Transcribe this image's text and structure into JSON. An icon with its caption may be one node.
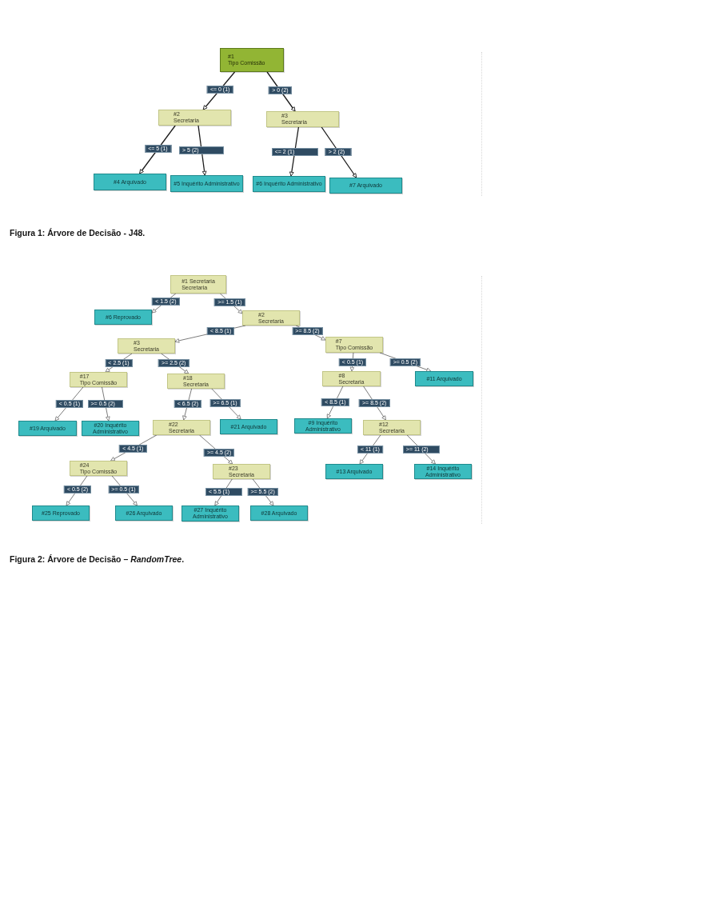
{
  "diagram": {
    "nodes": [
      {
        "text": [
          "#1",
          "Tipo Comissão"
        ]
      },
      {
        "text": [
          "#2",
          "Secretaria"
        ]
      },
      {
        "text": [
          "#3",
          "Secretaria"
        ]
      },
      {
        "text": [
          "#4 Arquivado"
        ]
      },
      {
        "text": [
          "#5 Inquérito Administrativo"
        ]
      },
      {
        "text": [
          "#6 Inquérito Administrativo"
        ]
      },
      {
        "text": [
          "#7 Arquivado"
        ]
      },
      {
        "text": [
          "#1 Secretaria",
          "Secretaria"
        ]
      },
      {
        "text": [
          "#6 Reprovado"
        ]
      },
      {
        "text": [
          "#2",
          "Secretaria"
        ]
      },
      {
        "text": [
          "#3",
          "Secretaria"
        ]
      },
      {
        "text": [
          "#7",
          "Tipo Comissão"
        ]
      },
      {
        "text": [
          "#17",
          "Tipo Comissão"
        ]
      },
      {
        "text": [
          "#18",
          "Secretaria"
        ]
      },
      {
        "text": [
          "#8",
          "Secretaria"
        ]
      },
      {
        "text": [
          "#11 Arquivado"
        ]
      },
      {
        "text": [
          "#19 Arquivado"
        ]
      },
      {
        "text": [
          "#20 Inquérito Administrativo"
        ]
      },
      {
        "text": [
          "#22",
          "Secretaria"
        ]
      },
      {
        "text": [
          "#21 Arquivado"
        ]
      },
      {
        "text": [
          "#9 Inquérito Administrativo"
        ]
      },
      {
        "text": [
          "#12",
          "Secretaria"
        ]
      },
      {
        "text": [
          "#24",
          "Tipo Comissão"
        ]
      },
      {
        "text": [
          "#23",
          "Secretaria"
        ]
      },
      {
        "text": [
          "#13 Arquivado"
        ]
      },
      {
        "text": [
          "#14 Inquérito Administrativo"
        ]
      },
      {
        "text": [
          "#25 Reprovado"
        ]
      },
      {
        "text": [
          "#26 Arquivado"
        ]
      },
      {
        "text": [
          "#27 Inquérito Administrativo"
        ]
      },
      {
        "text": [
          "#28 Arquivado"
        ]
      }
    ],
    "edges": [
      {
        "from": 0,
        "to": 1,
        "arrow": "to",
        "label": "<= 0 (1)",
        "color": "#1a1a1a"
      },
      {
        "from": 0,
        "to": 2,
        "arrow": "to",
        "label": "> 0 (2)",
        "color": "#1a1a1a"
      },
      {
        "from": 1,
        "to": 3,
        "arrow": "to",
        "label": "<= 5 (1)",
        "color": "#1a1a1a"
      },
      {
        "from": 1,
        "to": 4,
        "arrow": "to",
        "label": "> 5 (2)",
        "color": "#1a1a1a"
      },
      {
        "from": 2,
        "to": 5,
        "arrow": "to",
        "label": "<= 2 (1)",
        "color": "#1a1a1a"
      },
      {
        "from": 2,
        "to": 6,
        "arrow": "to",
        "label": "> 2 (2)",
        "color": "#1a1a1a"
      },
      {
        "from": 7,
        "to": 8,
        "arrow": "to",
        "label": "< 1.5 (2)"
      },
      {
        "from": 7,
        "to": 9,
        "arrow": "to",
        "label": ">= 1.5 (1)"
      },
      {
        "from": 9,
        "to": 10,
        "arrow": "to",
        "label": "< 8.5 (1)"
      },
      {
        "from": 9,
        "to": 11,
        "arrow": "to",
        "label": ">= 8.5 (2)"
      },
      {
        "from": 10,
        "to": 12,
        "arrow": "to",
        "label": "< 2.5 (1)"
      },
      {
        "from": 10,
        "to": 13,
        "arrow": "to",
        "label": ">= 2.5 (2)"
      },
      {
        "from": 11,
        "to": 14,
        "arrow": "to",
        "label": "< 0.5 (1)"
      },
      {
        "from": 11,
        "to": 15,
        "arrow": "to",
        "label": ">= 0.5 (2)"
      },
      {
        "from": 12,
        "to": 16,
        "arrow": "to",
        "label": "< 0.5 (1)"
      },
      {
        "from": 12,
        "to": 17,
        "arrow": "to",
        "label": ">= 0.5 (2)"
      },
      {
        "from": 13,
        "to": 18,
        "arrow": "to",
        "label": "< 6.5 (2)"
      },
      {
        "from": 13,
        "to": 19,
        "arrow": "to",
        "label": ">= 6.5 (1)"
      },
      {
        "from": 14,
        "to": 20,
        "arrow": "to",
        "label": "< 8.5 (1)"
      },
      {
        "from": 14,
        "to": 21,
        "arrow": "to",
        "label": ">= 8.5 (2)"
      },
      {
        "from": 18,
        "to": 22,
        "arrow": "to",
        "label": "< 4.5 (1)"
      },
      {
        "from": 18,
        "to": 23,
        "arrow": "to",
        "label": ">= 4.5 (2)"
      },
      {
        "from": 21,
        "to": 24,
        "arrow": "to",
        "label": "< 11 (1)"
      },
      {
        "from": 21,
        "to": 25,
        "arrow": "to",
        "label": ">= 11 (2)"
      },
      {
        "from": 22,
        "to": 26,
        "arrow": "to",
        "label": "< 0.5 (2)"
      },
      {
        "from": 22,
        "to": 27,
        "arrow": "to",
        "label": ">= 0.5 (1)"
      },
      {
        "from": 23,
        "to": 28,
        "arrow": "to",
        "label": "< 5.5 (1)"
      },
      {
        "from": 23,
        "to": 29,
        "arrow": "to",
        "label": ">= 5.5 (2)"
      }
    ],
    "labels": [
      "**Figura 1:** Árvore de Decisão - J48.",
      "**Figura 2:** Árvore de Decisão – *RandomTree*."
    ]
  }
}
